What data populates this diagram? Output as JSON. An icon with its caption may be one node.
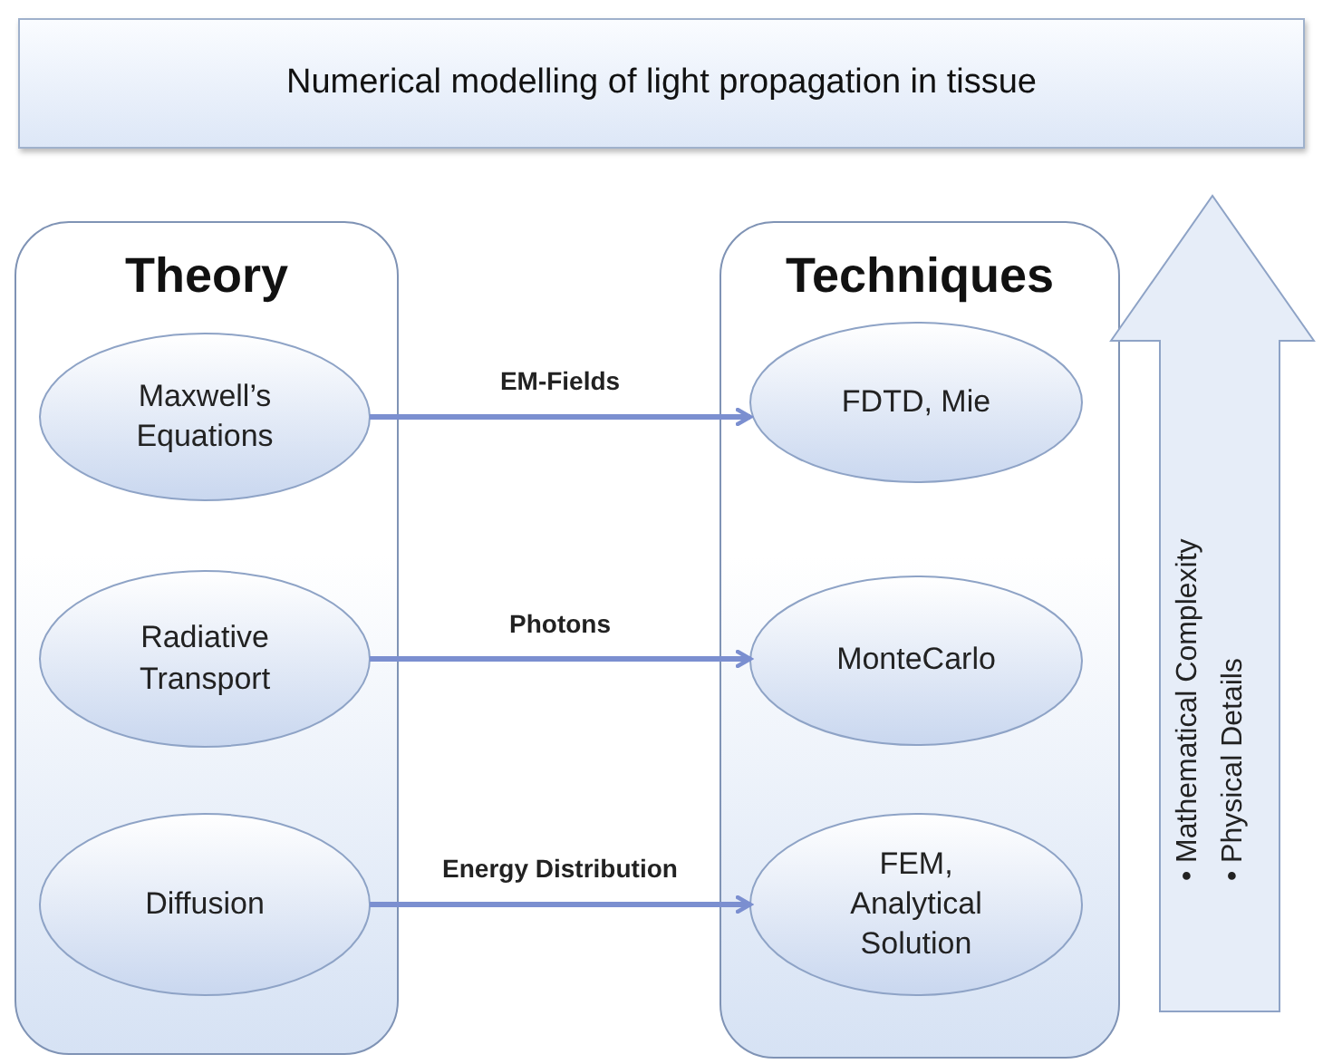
{
  "diagram": {
    "nodes": [
      {
        "text": [
          "Numerical modelling of light propagation in tissue"
        ]
      },
      {
        "text": [
          "Theory"
        ]
      },
      {
        "text": [
          "Maxwell’s Equations"
        ],
        "in": 1
      },
      {
        "text": [
          "Radiative Transport"
        ],
        "in": 1
      },
      {
        "text": [
          "Diffusion"
        ],
        "in": 1
      },
      {
        "text": [
          "Techniques"
        ]
      },
      {
        "text": [
          "FDTD, Mie"
        ],
        "in": 5
      },
      {
        "text": [
          "MonteCarlo"
        ],
        "in": 5
      },
      {
        "text": [
          "FEM, Analytical Solution"
        ],
        "in": 5
      },
      {
        "text": [
          "• Mathematical Complexity",
          "• Physical Details"
        ]
      }
    ],
    "edges": [
      {
        "from": 2,
        "to": 6,
        "arrow": "to",
        "label": "EM-Fields"
      },
      {
        "from": 3,
        "to": 7,
        "arrow": "to",
        "label": "Photons"
      },
      {
        "from": 4,
        "to": 8,
        "arrow": "to",
        "label": "Energy Distribution"
      }
    ]
  }
}
